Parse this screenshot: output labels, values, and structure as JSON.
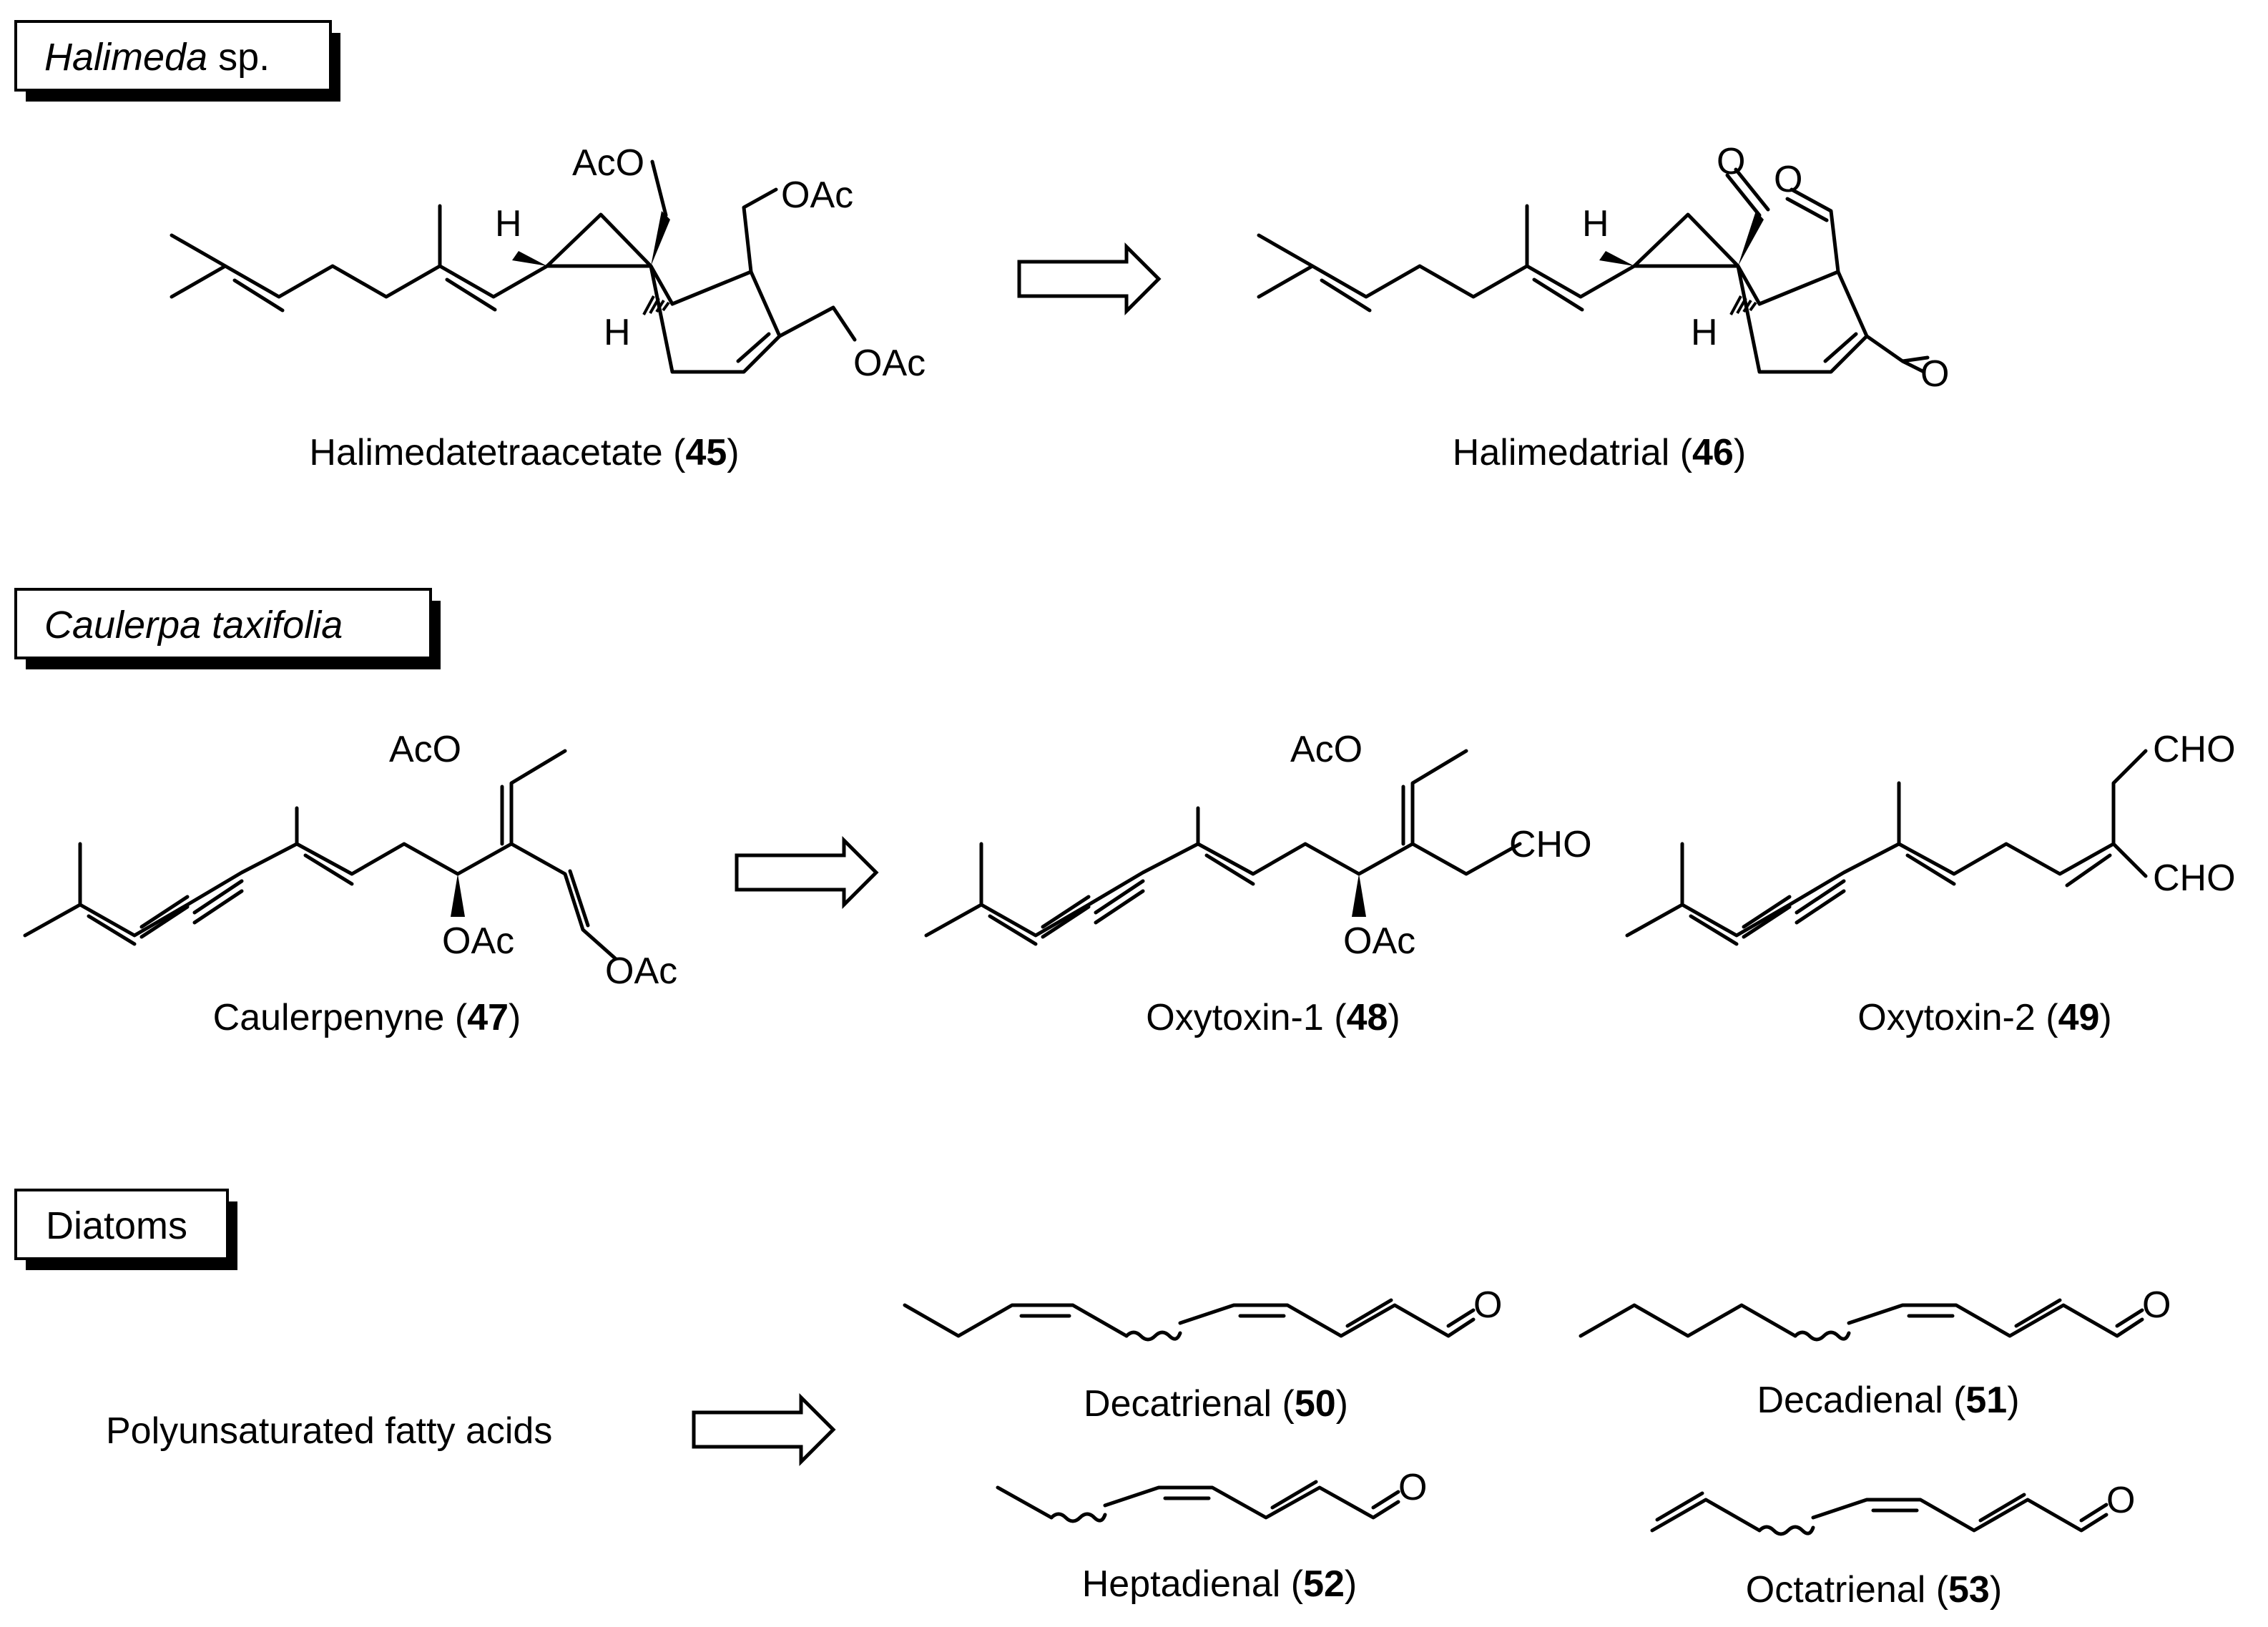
{
  "sections": {
    "halimeda": {
      "header": "Halimeda",
      "header_suffix": " sp.",
      "compounds": [
        {
          "name": "Halimedatetraacetate (",
          "number": "45",
          "close": ")"
        },
        {
          "name": "Halimedatrial (",
          "number": "46",
          "close": ")"
        }
      ],
      "atom_labels": {
        "aco": "AcO",
        "oac_top": "OAc",
        "oac_bottom": "OAc",
        "h_top": "H",
        "h_bottom": "H",
        "o": "O"
      }
    },
    "caulerpa": {
      "header": "Caulerpa taxifolia",
      "compounds": [
        {
          "name": "Caulerpenyne (",
          "number": "47",
          "close": ")"
        },
        {
          "name": "Oxytoxin-1 (",
          "number": "48",
          "close": ")"
        },
        {
          "name": "Oxytoxin-2 (",
          "number": "49",
          "close": ")"
        }
      ],
      "atom_labels": {
        "aco": "AcO",
        "oac": "OAc",
        "cho": "CHO"
      }
    },
    "diatoms": {
      "header": "Diatoms",
      "precursor": "Polyunsaturated fatty acids",
      "compounds": [
        {
          "name": "Decatrienal (",
          "number": "50",
          "close": ")"
        },
        {
          "name": "Decadienal (",
          "number": "51",
          "close": ")"
        },
        {
          "name": "Heptadienal (",
          "number": "52",
          "close": ")"
        },
        {
          "name": "Octatrienal (",
          "number": "53",
          "close": ")"
        }
      ],
      "atom_labels": {
        "o": "O"
      }
    }
  }
}
